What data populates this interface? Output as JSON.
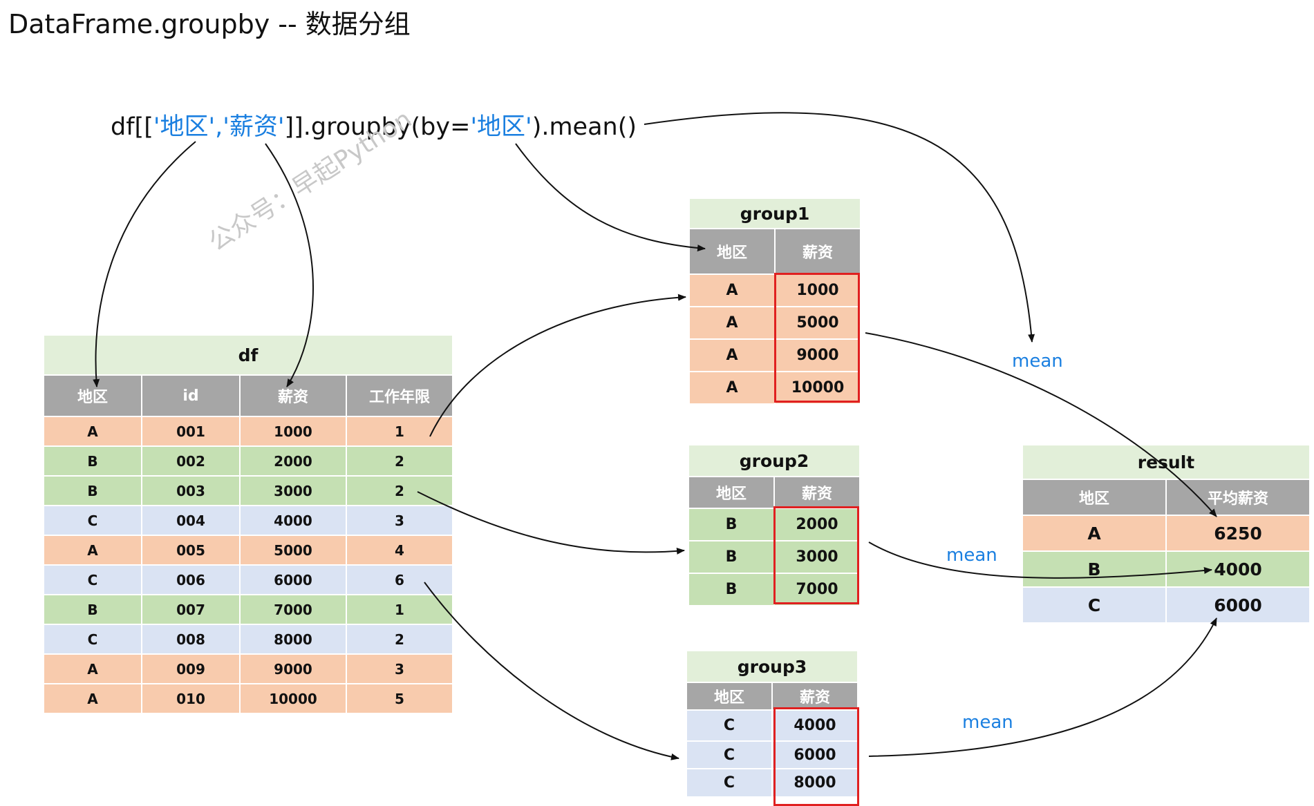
{
  "title": "DataFrame.groupby -- 数据分组",
  "code": {
    "p1": "df[[",
    "q1": "'地区'",
    "comma": ",",
    "q2": "'薪资'",
    "p2": "]].groupby(by=",
    "q3": "'地区'",
    "p3": ").mean()"
  },
  "watermark": "公众号：早起Python",
  "df": {
    "title": "df",
    "headers": [
      "地区",
      "id",
      "薪资",
      "工作年限"
    ],
    "rows": [
      [
        "A",
        "001",
        "1000",
        "1"
      ],
      [
        "B",
        "002",
        "2000",
        "2"
      ],
      [
        "B",
        "003",
        "3000",
        "2"
      ],
      [
        "C",
        "004",
        "4000",
        "3"
      ],
      [
        "A",
        "005",
        "5000",
        "4"
      ],
      [
        "C",
        "006",
        "6000",
        "6"
      ],
      [
        "B",
        "007",
        "7000",
        "1"
      ],
      [
        "C",
        "008",
        "8000",
        "2"
      ],
      [
        "A",
        "009",
        "9000",
        "3"
      ],
      [
        "A",
        "010",
        "10000",
        "5"
      ]
    ]
  },
  "group1": {
    "title": "group1",
    "headers": [
      "地区",
      "薪资"
    ],
    "rows": [
      [
        "A",
        "1000"
      ],
      [
        "A",
        "5000"
      ],
      [
        "A",
        "9000"
      ],
      [
        "A",
        "10000"
      ]
    ]
  },
  "group2": {
    "title": "group2",
    "headers": [
      "地区",
      "薪资"
    ],
    "rows": [
      [
        "B",
        "2000"
      ],
      [
        "B",
        "3000"
      ],
      [
        "B",
        "7000"
      ]
    ]
  },
  "group3": {
    "title": "group3",
    "headers": [
      "地区",
      "薪资"
    ],
    "rows": [
      [
        "C",
        "4000"
      ],
      [
        "C",
        "6000"
      ],
      [
        "C",
        "8000"
      ]
    ]
  },
  "result": {
    "title": "result",
    "headers": [
      "地区",
      "平均薪资"
    ],
    "rows": [
      [
        "A",
        "6250"
      ],
      [
        "B",
        "4000"
      ],
      [
        "C",
        "6000"
      ]
    ]
  },
  "labels": {
    "mean": "mean"
  },
  "colors": {
    "A": "#f8cbad",
    "B": "#c5e0b3",
    "C": "#dae3f3",
    "header": "#a6a6a6",
    "title": "#e2efd9",
    "highlight": "#e02020",
    "accent": "#1a7fe0"
  }
}
